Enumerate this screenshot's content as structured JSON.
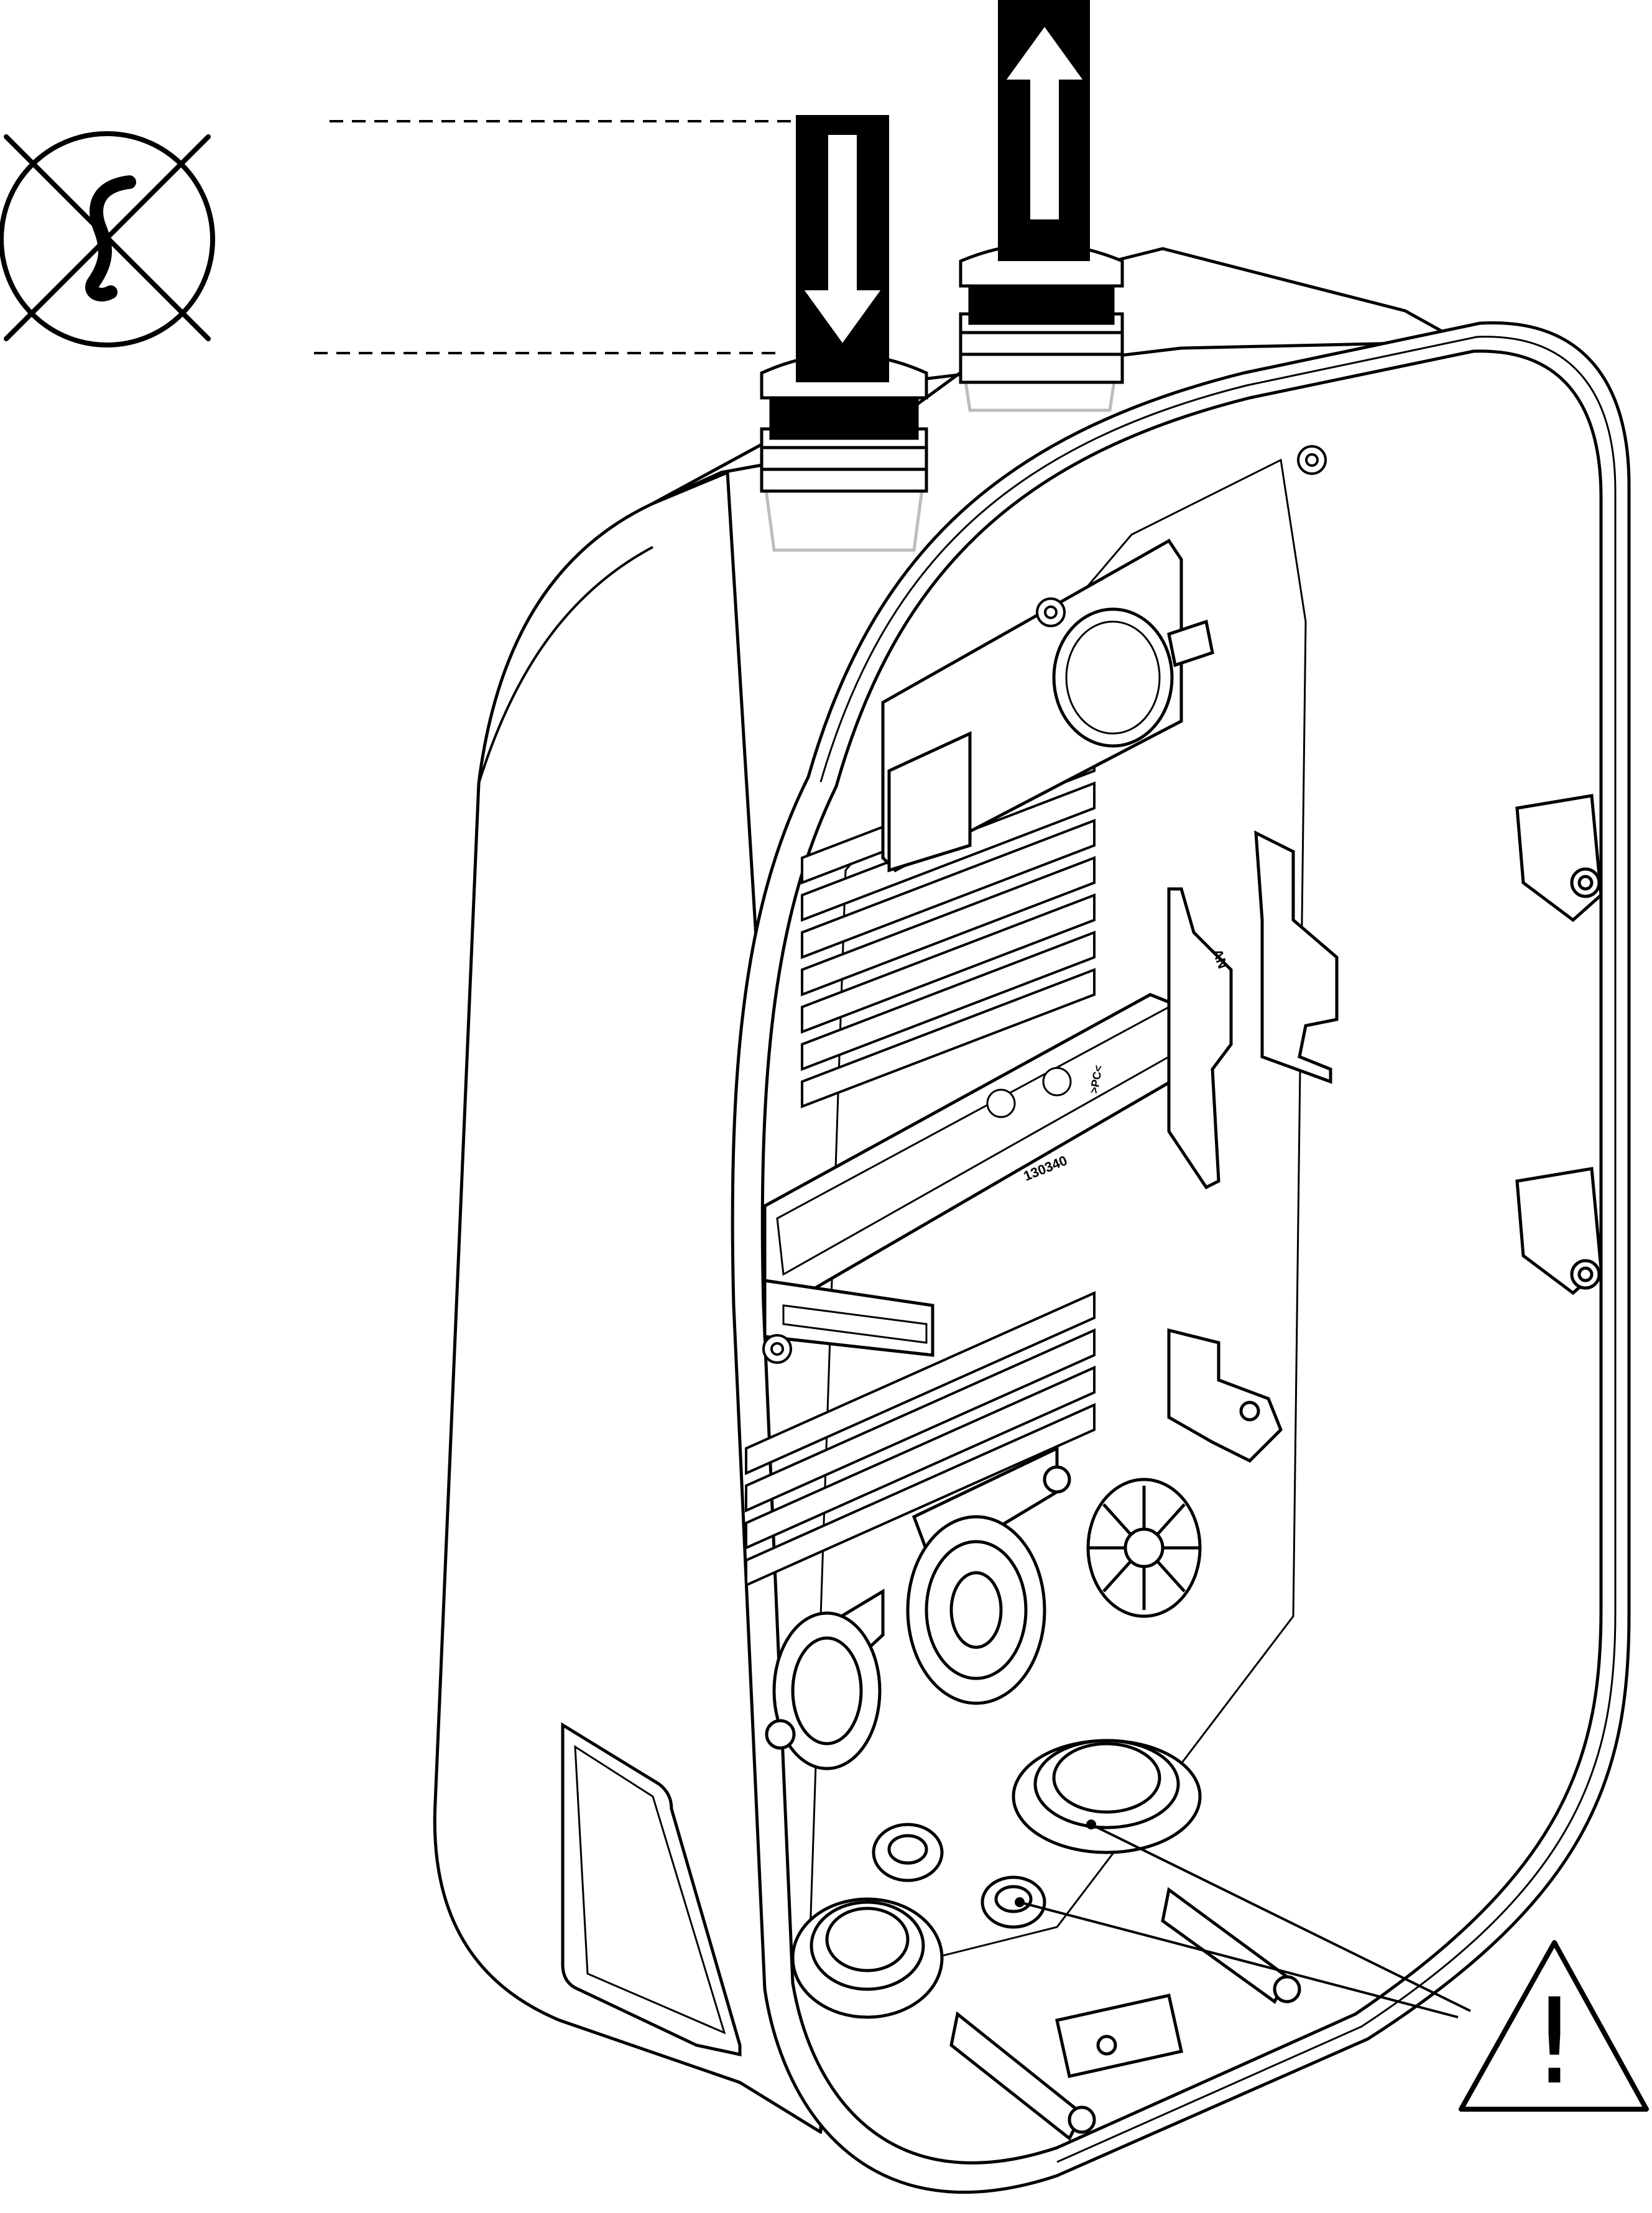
{
  "figure": {
    "part_number": "130340",
    "din_rail_marking": ">PC<",
    "mark_fragment": "AN",
    "warning_glyph": "!"
  },
  "icons": {
    "no_flex_cable": "crossed-circle-flexible-cable-icon",
    "cable_in": "down-arrow-icon",
    "cable_out": "up-arrow-icon",
    "warning": "warning-triangle-icon"
  },
  "colors": {
    "line": "#000000",
    "fill": "#ffffff",
    "light_gray": "#bdbdbd"
  }
}
